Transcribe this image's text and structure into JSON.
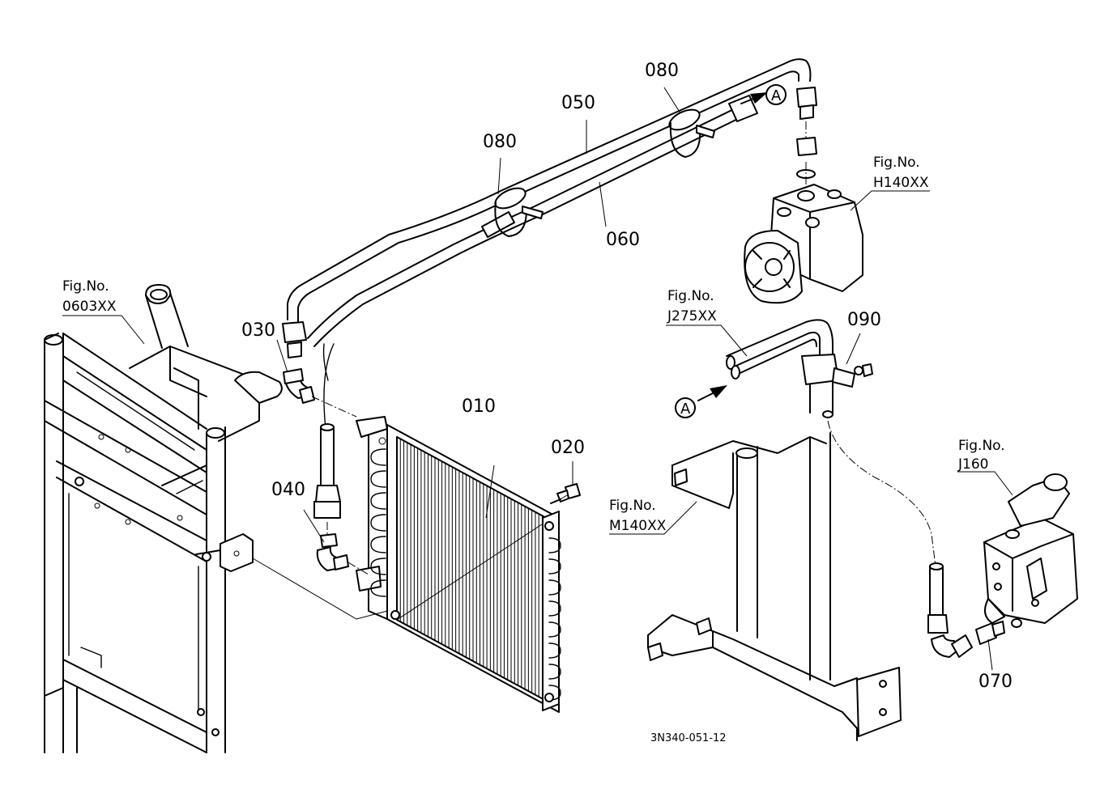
{
  "parts": {
    "p010": "010",
    "p020": "020",
    "p030": "030",
    "p040": "040",
    "p050": "050",
    "p060": "060",
    "p070": "070",
    "p080a": "080",
    "p080b": "080",
    "p090": "090"
  },
  "figure_refs": {
    "r0603": {
      "label": "Fig.No.",
      "code": "0603XX"
    },
    "rH140": {
      "label": "Fig.No.",
      "code": "H140XX"
    },
    "rJ275": {
      "label": "Fig.No.",
      "code": "J275XX"
    },
    "rM140": {
      "label": "Fig.No.",
      "code": "M140XX"
    },
    "rJ160": {
      "label": "Fig.No.",
      "code": "J160"
    }
  },
  "connectors": {
    "a_top": "A",
    "a_bottom": "A"
  },
  "drawing_code": "3N340-051-12"
}
